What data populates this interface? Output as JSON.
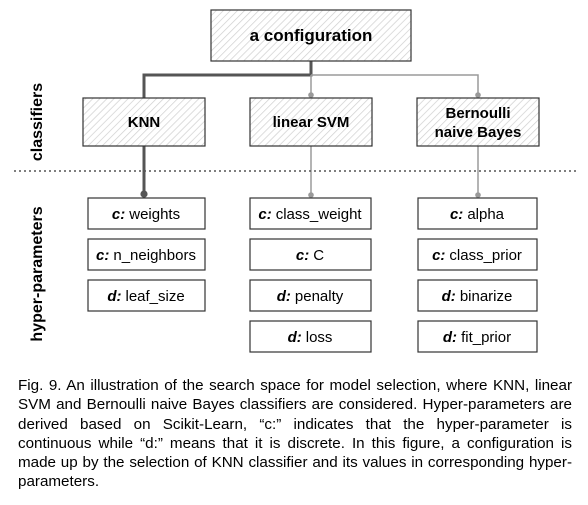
{
  "root": {
    "label": "a configuration"
  },
  "side_labels": {
    "classifiers": "classifiers",
    "hyper_parameters": "hyper-parameters"
  },
  "classifiers": [
    {
      "id": "knn",
      "line1": "KNN",
      "line2": ""
    },
    {
      "id": "svm",
      "line1": "linear SVM",
      "line2": ""
    },
    {
      "id": "nb",
      "line1": "Bernoulli",
      "line2": "naive Bayes"
    }
  ],
  "params": {
    "knn": [
      {
        "prefix": "c:",
        "name": "weights"
      },
      {
        "prefix": "c:",
        "name": "n_neighbors"
      },
      {
        "prefix": "d:",
        "name": "leaf_size"
      }
    ],
    "svm": [
      {
        "prefix": "c:",
        "name": "class_weight"
      },
      {
        "prefix": "c:",
        "name": "C"
      },
      {
        "prefix": "d:",
        "name": "penalty"
      },
      {
        "prefix": "d:",
        "name": "loss"
      }
    ],
    "nb": [
      {
        "prefix": "c:",
        "name": "alpha"
      },
      {
        "prefix": "c:",
        "name": "class_prior"
      },
      {
        "prefix": "d:",
        "name": "binarize"
      },
      {
        "prefix": "d:",
        "name": "fit_prior"
      }
    ]
  },
  "caption": "Fig. 9. An illustration of the search space for model selection, where KNN, linear SVM and Bernoulli naive Bayes classifiers are considered. Hyper-parameters are derived based on Scikit-Learn, “c:” indicates that the hyper-parameter is continuous while “d:” means that it is discrete. In this figure, a configuration is made up by the selection of KNN classifier and its values in corresponding hyper-parameters.",
  "colors": {
    "hatch": "#cfcfcf",
    "line_dark": "#555555",
    "line_light": "#9a9a9a"
  }
}
